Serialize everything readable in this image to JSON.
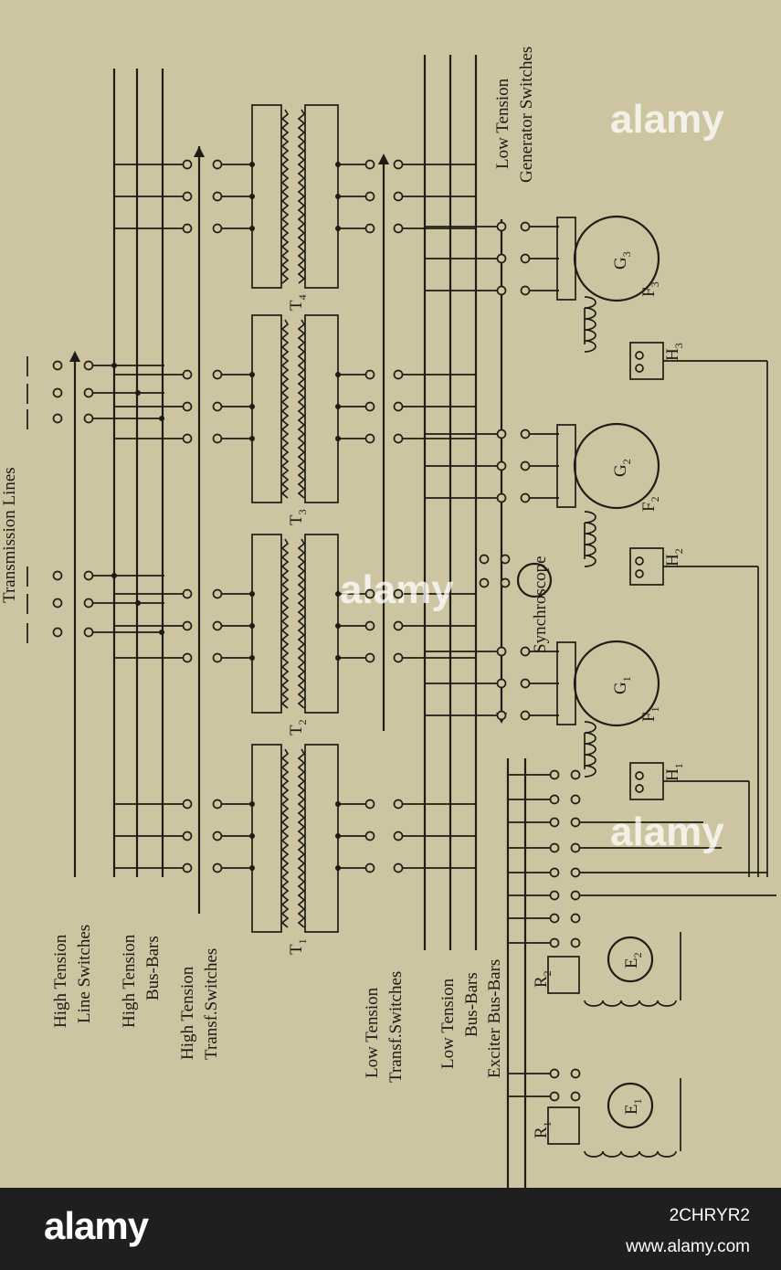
{
  "diagram": {
    "labels": {
      "transmission_lines": "Transmission Lines",
      "ht_line_switches": [
        "High Tension",
        "Line Switches"
      ],
      "ht_bus_bars": [
        "High Tension",
        "Bus-Bars"
      ],
      "ht_transf_switches": [
        "High Tension",
        "Transf.Switches"
      ],
      "lt_transf_switches": [
        "Low Tension",
        "Transf.Switches"
      ],
      "lt_bus_bars": [
        "Low Tension",
        "Bus-Bars"
      ],
      "exciter_bus_bars": "Exciter Bus-Bars",
      "lt_generator_switches": [
        "Low Tension",
        "Generator Switches"
      ],
      "synchroscope": "Synchroscope"
    },
    "transformers": [
      {
        "letter": "T",
        "sub": "1"
      },
      {
        "letter": "T",
        "sub": "2"
      },
      {
        "letter": "T",
        "sub": "3"
      },
      {
        "letter": "T",
        "sub": "4"
      }
    ],
    "generators": [
      {
        "letter": "G",
        "sub": "1"
      },
      {
        "letter": "G",
        "sub": "2"
      },
      {
        "letter": "G",
        "sub": "3"
      }
    ],
    "fields": [
      {
        "letter": "F",
        "sub": "1"
      },
      {
        "letter": "F",
        "sub": "2"
      },
      {
        "letter": "F",
        "sub": "3"
      }
    ],
    "rheostats_h": [
      {
        "letter": "H",
        "sub": "1"
      },
      {
        "letter": "H",
        "sub": "2"
      },
      {
        "letter": "H",
        "sub": "3"
      }
    ],
    "exciters": [
      {
        "letter": "E",
        "sub": "1"
      },
      {
        "letter": "E",
        "sub": "2"
      }
    ],
    "rheostats_r": [
      {
        "letter": "R",
        "sub": "1"
      },
      {
        "letter": "R",
        "sub": "2"
      }
    ]
  },
  "watermark": {
    "brand": "alamy",
    "image_id": "2CHRYR2",
    "url": "www.alamy.com"
  }
}
